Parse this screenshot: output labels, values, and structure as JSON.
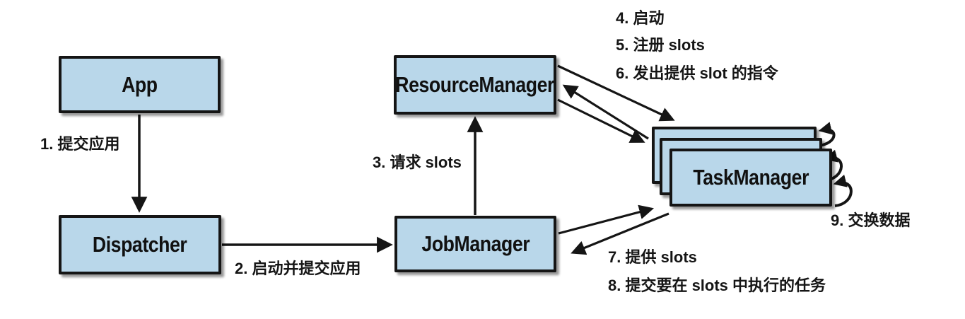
{
  "diagram": {
    "background_color": "#ffffff",
    "node_fill_color": "#b9d7ea",
    "node_border_color": "#151515",
    "arrow_color": "#151515",
    "nodes": [
      {
        "id": "app",
        "label": "App"
      },
      {
        "id": "dispatcher",
        "label": "Dispatcher"
      },
      {
        "id": "resource-manager",
        "label": "ResourceManager"
      },
      {
        "id": "job-manager",
        "label": "JobManager"
      },
      {
        "id": "task-manager",
        "label": "TaskManager",
        "stacked_copies": 3
      }
    ],
    "steps": [
      {
        "num": "1",
        "text": "1. 提交应用",
        "from": "App",
        "to": "Dispatcher"
      },
      {
        "num": "2",
        "text": "2. 启动并提交应用",
        "from": "Dispatcher",
        "to": "JobManager"
      },
      {
        "num": "3",
        "text": "3. 请求 slots",
        "from": "JobManager",
        "to": "ResourceManager"
      },
      {
        "num": "4",
        "text": "4. 启动",
        "from": "ResourceManager",
        "to": "TaskManager"
      },
      {
        "num": "5",
        "text": "5. 注册 slots",
        "from": "TaskManager",
        "to": "ResourceManager"
      },
      {
        "num": "6",
        "text": "6. 发出提供 slot 的指令",
        "from": "ResourceManager",
        "to": "TaskManager"
      },
      {
        "num": "7",
        "text": "7. 提供 slots",
        "from": "TaskManager",
        "to": "JobManager"
      },
      {
        "num": "8",
        "text": "8. 提交要在 slots 中执行的任务",
        "from": "JobManager",
        "to": "TaskManager"
      },
      {
        "num": "9",
        "text": "9. 交换数据",
        "from": "TaskManager",
        "to": "TaskManager"
      }
    ]
  }
}
